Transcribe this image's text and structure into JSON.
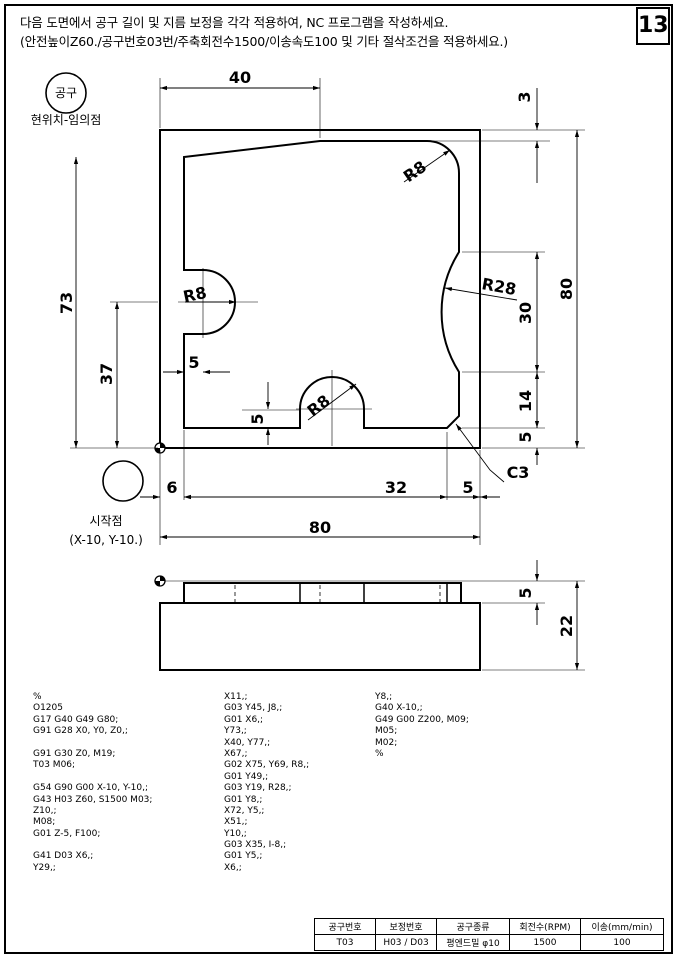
{
  "header": {
    "line1": "다음 도면에서 공구 길이 및 지름 보정을 각각 적용하여, NC 프로그램을 작성하세요.",
    "line2": "(안전높이Z60./공구번호03번/주축회전수1500/이송속도100 및 기타 절삭조건을 적용하세요.)",
    "problem_number": "13"
  },
  "tool_marker": {
    "circle_label": "공구",
    "position_label": "현위치-임의점"
  },
  "start_point": {
    "label": "시작점",
    "coords": "(X-10, Y-10.)"
  },
  "dimensions": {
    "top_width": "40",
    "top_step": "3",
    "height_total_left": "73",
    "height_to_notch": "37",
    "radius_corner": "R8",
    "radius_notch_left": "R8",
    "radius_notch_bottom": "R8",
    "radius_arc_right": "R28",
    "arc_span": "30",
    "arc_to_bottom": "14",
    "bottom_gap": "5",
    "height_total_right": "80",
    "slot_wall": "5",
    "notch_width": "5",
    "offset_left": "6",
    "length_32": "32",
    "gap_5": "5",
    "chamfer": "C3",
    "width_total": "80",
    "side_depth": "5",
    "side_height": "22"
  },
  "program": {
    "col1": [
      "%",
      "O1205",
      "G17 G40 G49 G80;",
      "G91 G28 X0, Y0, Z0,;",
      "",
      "G91 G30 Z0, M19;",
      "T03 M06;",
      "",
      "G54 G90 G00 X-10, Y-10,;",
      "G43 H03 Z60, S1500 M03;",
      "Z10,;",
      "M08;",
      "G01 Z-5, F100;",
      "",
      "G41 D03 X6,;",
      "Y29,;"
    ],
    "col2": [
      "X11,;",
      "G03 Y45, J8,;",
      "G01 X6,;",
      "Y73,;",
      "X40, Y77,;",
      "X67,;",
      "G02 X75, Y69, R8,;",
      "G01 Y49,;",
      "G03 Y19, R28,;",
      "G01 Y8,;",
      "X72, Y5,;",
      "X51,;",
      "Y10,;",
      "G03 X35, I-8,;",
      "G01 Y5,;",
      "X6,;"
    ],
    "col3": [
      "Y8,;",
      "G40 X-10,;",
      "G49 G00 Z200, M09;",
      "M05;",
      "M02;",
      "%"
    ]
  },
  "conditions_table": {
    "headers": [
      "공구번호",
      "보정번호",
      "공구종류",
      "회전수(RPM)",
      "이송(mm/min)"
    ],
    "values": [
      "T03",
      "H03 / D03",
      "평엔드밀 φ10",
      "1500",
      "100"
    ]
  }
}
